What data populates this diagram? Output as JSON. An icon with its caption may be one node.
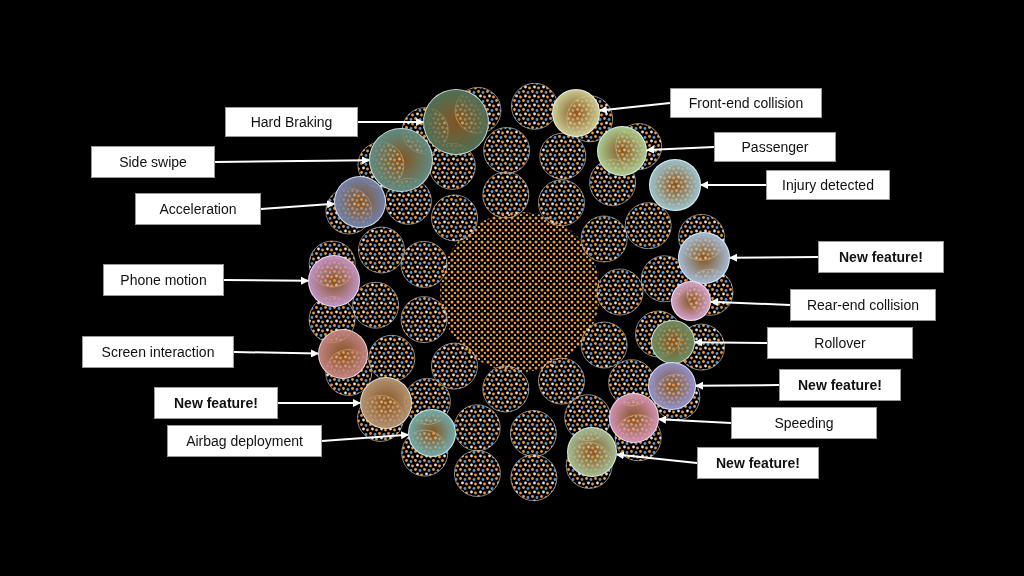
{
  "diagram": {
    "nodes": [
      {
        "text": [
          "Front-end collision"
        ]
      },
      {
        "text": [
          "Hard Braking"
        ]
      },
      {
        "text": [
          "Passenger"
        ]
      },
      {
        "text": [
          "Side swipe"
        ]
      },
      {
        "text": [
          "Injury detected"
        ]
      },
      {
        "text": [
          "Acceleration"
        ]
      },
      {
        "text": [
          "New feature!"
        ]
      },
      {
        "text": [
          "Phone motion"
        ]
      },
      {
        "text": [
          "Rear-end collision"
        ]
      },
      {
        "text": [
          "Rollover"
        ]
      },
      {
        "text": [
          "Screen interaction"
        ]
      },
      {
        "text": [
          "New feature!"
        ]
      },
      {
        "text": [
          "New feature!"
        ]
      },
      {
        "text": [
          "Speeding"
        ]
      },
      {
        "text": [
          "Airbag deployment"
        ]
      },
      {
        "text": [
          "New feature!"
        ]
      },
      {
        "text": [],
        "shape": "circle"
      },
      {
        "text": [],
        "shape": "circle"
      },
      {
        "text": [],
        "shape": "circle"
      },
      {
        "text": [],
        "shape": "circle"
      },
      {
        "text": [],
        "shape": "circle"
      },
      {
        "text": [],
        "shape": "circle"
      },
      {
        "text": [],
        "shape": "circle"
      },
      {
        "text": [],
        "shape": "circle"
      },
      {
        "text": [],
        "shape": "circle"
      },
      {
        "text": [],
        "shape": "circle"
      },
      {
        "text": [],
        "shape": "circle"
      },
      {
        "text": [],
        "shape": "circle"
      },
      {
        "text": [],
        "shape": "circle"
      },
      {
        "text": [],
        "shape": "circle"
      },
      {
        "text": [],
        "shape": "circle"
      },
      {
        "text": [],
        "shape": "circle"
      }
    ],
    "edges": [
      {
        "from": 0,
        "to": 16,
        "arrow": "to"
      },
      {
        "from": 1,
        "to": 17,
        "arrow": "to"
      },
      {
        "from": 2,
        "to": 18,
        "arrow": "to"
      },
      {
        "from": 3,
        "to": 19,
        "arrow": "to"
      },
      {
        "from": 4,
        "to": 20,
        "arrow": "to"
      },
      {
        "from": 5,
        "to": 21,
        "arrow": "to"
      },
      {
        "from": 6,
        "to": 22,
        "arrow": "to"
      },
      {
        "from": 7,
        "to": 23,
        "arrow": "to"
      },
      {
        "from": 8,
        "to": 24,
        "arrow": "to"
      },
      {
        "from": 9,
        "to": 25,
        "arrow": "to"
      },
      {
        "from": 10,
        "to": 26,
        "arrow": "to"
      },
      {
        "from": 11,
        "to": 27,
        "arrow": "to"
      },
      {
        "from": 12,
        "to": 28,
        "arrow": "to"
      },
      {
        "from": 13,
        "to": 29,
        "arrow": "to"
      },
      {
        "from": 14,
        "to": 30,
        "arrow": "to"
      },
      {
        "from": 15,
        "to": 31,
        "arrow": "to"
      }
    ]
  }
}
